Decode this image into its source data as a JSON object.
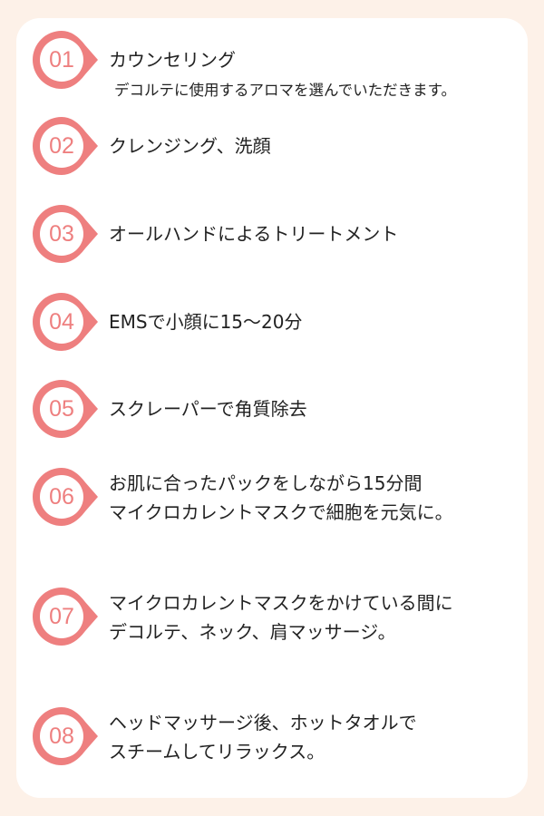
{
  "accent": "#ee7f7f",
  "steps": [
    {
      "num": "01",
      "lines": [
        "カウンセリング"
      ],
      "sub": "デコルテに使用するアロマを選んでいただきます。"
    },
    {
      "num": "02",
      "lines": [
        "クレンジング、洗顔"
      ]
    },
    {
      "num": "03",
      "lines": [
        "オールハンドによるトリートメント"
      ]
    },
    {
      "num": "04",
      "lines": [
        "EMSで小顔に15〜20分"
      ]
    },
    {
      "num": "05",
      "lines": [
        "スクレーパーで角質除去"
      ]
    },
    {
      "num": "06",
      "lines": [
        "お肌に合ったパックをしながら15分間",
        "マイクロカレントマスクで細胞を元気に。"
      ]
    },
    {
      "num": "07",
      "lines": [
        "マイクロカレントマスクをかけている間に",
        "デコルテ、ネック、肩マッサージ。"
      ]
    },
    {
      "num": "08",
      "lines": [
        "ヘッドマッサージ後、ホットタオルで",
        "スチームしてリラックス。"
      ]
    }
  ]
}
